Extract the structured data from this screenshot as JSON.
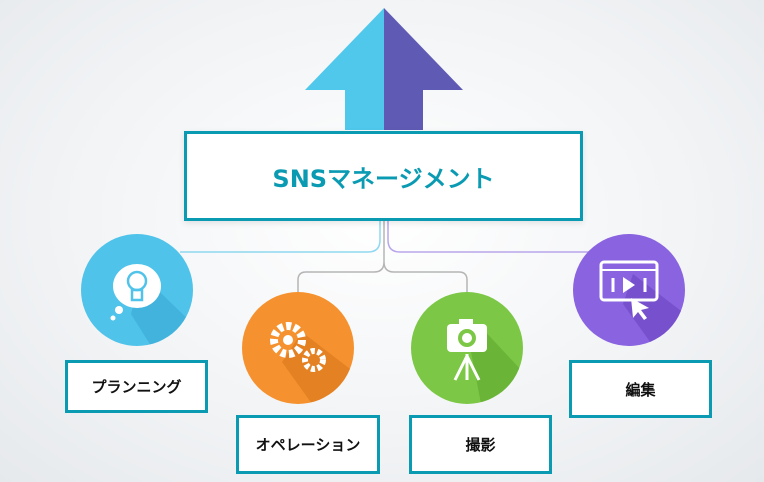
{
  "title": "SNSマネージメント",
  "items": [
    {
      "label": "プランニング",
      "icon": "lightbulb-icon",
      "color": "#4fc3ea"
    },
    {
      "label": "オペレーション",
      "icon": "gears-icon",
      "color": "#f5922f"
    },
    {
      "label": "撮影",
      "icon": "camera-icon",
      "color": "#7cc846"
    },
    {
      "label": "編集",
      "icon": "video-player-icon",
      "color": "#8a63e0"
    }
  ],
  "colors": {
    "accent": "#0a9bb3",
    "arrow_left": "#4fc8ec",
    "arrow_right": "#5f5bb5"
  }
}
